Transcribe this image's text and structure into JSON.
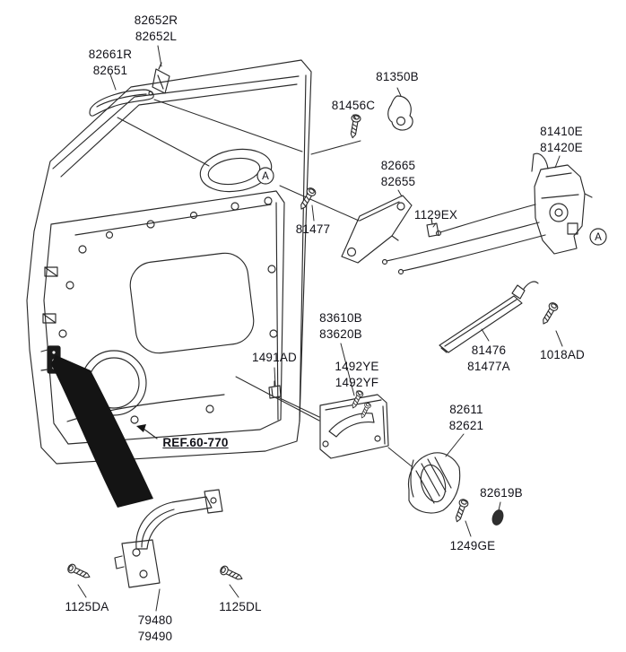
{
  "colors": {
    "line": "#2b2b2b",
    "text": "#121219",
    "arrow_fill": "#141414"
  },
  "ref_note": "REF.60-770",
  "callouts": {
    "a1": "A",
    "a2": "A"
  },
  "parts": {
    "p82652": [
      "82652R",
      "82652L"
    ],
    "p82661": [
      "82661R",
      "82651"
    ],
    "p81350": [
      "81350B"
    ],
    "p81456": [
      "81456C"
    ],
    "p81410": [
      "81410E",
      "81420E"
    ],
    "p82665": [
      "82665",
      "82655"
    ],
    "p1129": [
      "1129EX"
    ],
    "p81477": [
      "81477"
    ],
    "p83610": [
      "83610B",
      "83620B"
    ],
    "p1491": [
      "1491AD"
    ],
    "p1492": [
      "1492YE",
      "1492YF"
    ],
    "p81476": [
      "81476",
      "81477A"
    ],
    "p1018": [
      "1018AD"
    ],
    "p82611": [
      "82611",
      "82621"
    ],
    "p82619": [
      "82619B"
    ],
    "p1249": [
      "1249GE"
    ],
    "p1125da": [
      "1125DA"
    ],
    "p1125dl": [
      "1125DL"
    ],
    "p79480": [
      "79480",
      "79490"
    ]
  }
}
